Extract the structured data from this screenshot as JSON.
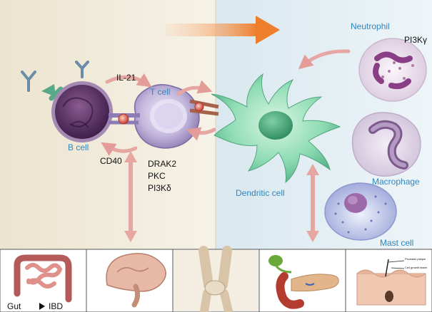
{
  "labels": {
    "il21": "IL-21",
    "t_cell": "T cell",
    "b_cell": "B cell",
    "cd40": "CD40",
    "drak2": "DRAK2",
    "pkc": "PKC",
    "pi3k_delta": "PI3Kδ",
    "neutrophil": "Neutrophil",
    "pi3k_gamma": "PI3Kγ",
    "macrophage": "Macrophage",
    "dendritic_cell": "Dendritic cell",
    "mast_cell": "Mast cell"
  },
  "tissue_strip": {
    "gut": "Gut",
    "ibd": "IBD",
    "skin_annotation_1": "Psoriasis plaque",
    "skin_annotation_2": "Cell growth faster"
  },
  "colors": {
    "left_background": "#f4efe2",
    "right_background": "#e3eef3",
    "label_blue": "#2f86bf",
    "arrow_orange": "#f08a3a",
    "arrow_pink": "#e6a7a3",
    "b_cell": "#6b3f7a",
    "t_cell": "#bcb1d8",
    "dendritic_cell": "#7fd3a8"
  }
}
